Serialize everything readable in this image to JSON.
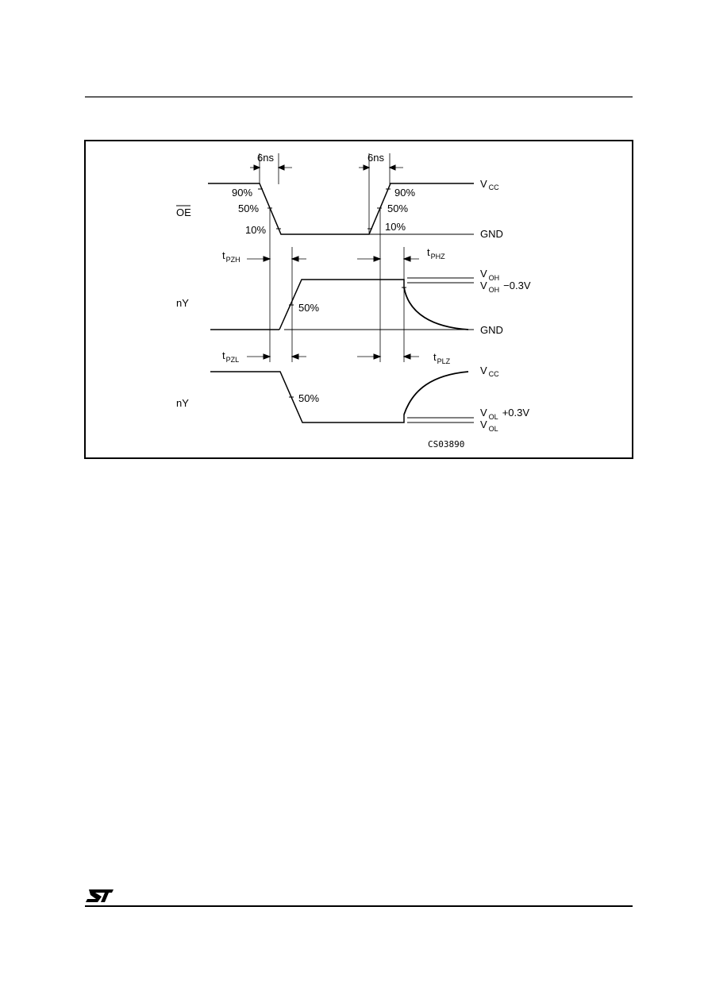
{
  "diagram": {
    "code": "CS03890",
    "oe_label": "OE",
    "ny_label": "nY",
    "rise_fall_time": "6ns",
    "pct": {
      "p90": "90%",
      "p50": "50%",
      "p10": "10%"
    },
    "vcc": {
      "base": "V",
      "sub": "CC"
    },
    "gnd": "GND",
    "voh": {
      "base": "V",
      "sub": "OH"
    },
    "voh_minus": {
      "base": "V",
      "sub": "OH",
      "suffix": "−0.3V"
    },
    "vol_plus": {
      "base": "V",
      "sub": "OL",
      "suffix": "+0.3V"
    },
    "vol": {
      "base": "V",
      "sub": "OL"
    },
    "tpzh": {
      "base": "t",
      "sub": "PZH"
    },
    "tphz": {
      "base": "t",
      "sub": "PHZ"
    },
    "tpzl": {
      "base": "t",
      "sub": "PZL"
    },
    "tplz": {
      "base": "t",
      "sub": "PLZ"
    }
  },
  "logo_text": "ST"
}
